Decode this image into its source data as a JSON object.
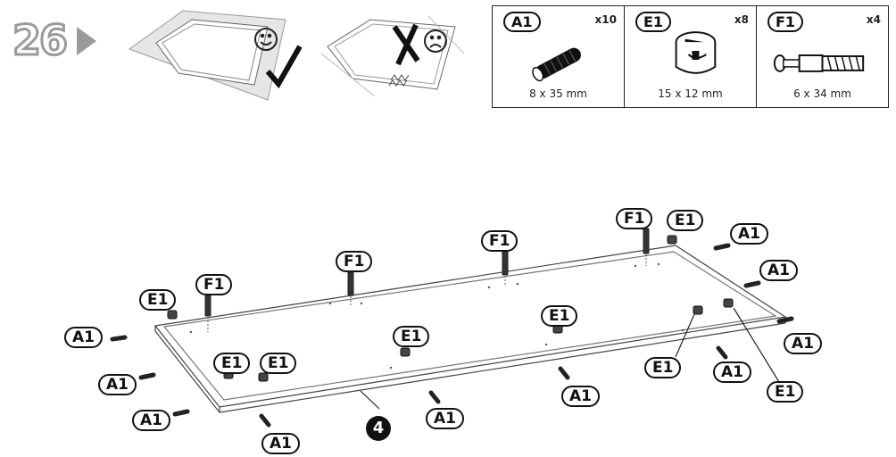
{
  "step": {
    "number": "26"
  },
  "parts": [
    {
      "code": "A1",
      "qty": "x10",
      "size": "8 x 35 mm",
      "icon": "dowel-icon"
    },
    {
      "code": "E1",
      "qty": "x8",
      "size": "15 x 12 mm",
      "icon": "cam-lock-icon"
    },
    {
      "code": "F1",
      "qty": "x4",
      "size": "6 x 34 mm",
      "icon": "cam-bolt-icon"
    }
  ],
  "callouts": {
    "a1": "A1",
    "e1": "E1",
    "f1": "F1"
  },
  "panel_number": "4",
  "hints": {
    "good": "smiley-check-icon",
    "bad": "frown-cross-icon"
  }
}
